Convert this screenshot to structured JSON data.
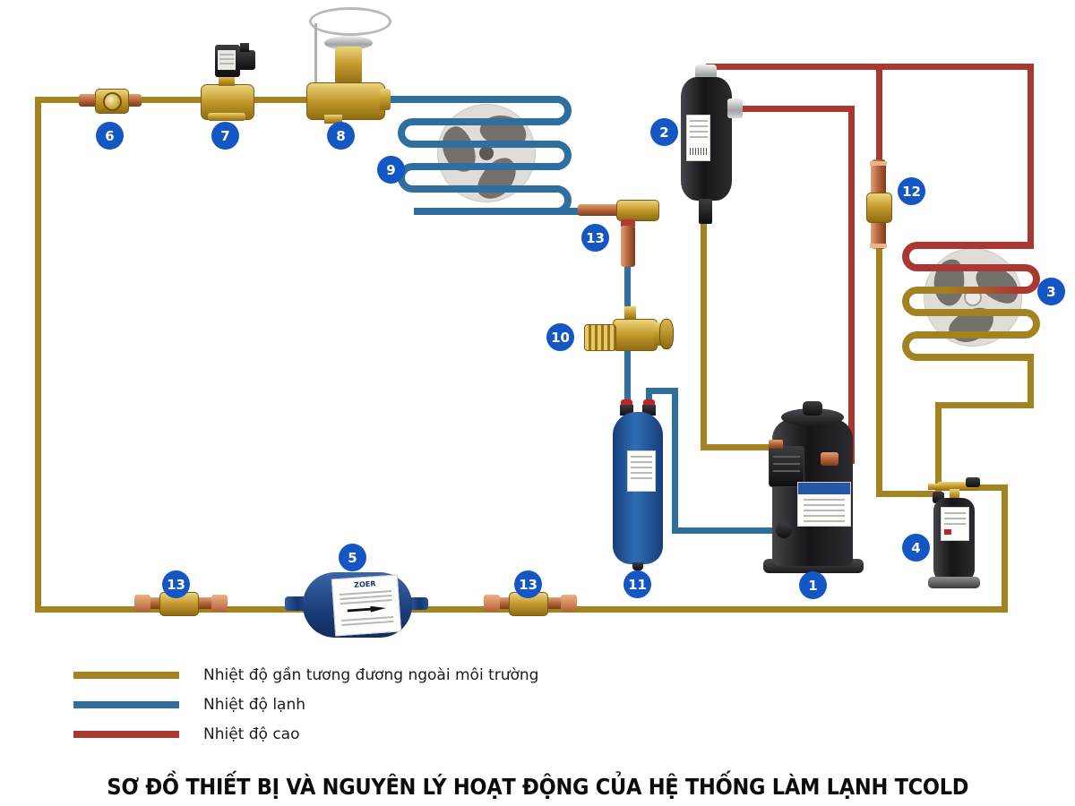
{
  "title": "SƠ ĐỒ THIẾT BỊ VÀ NGUYÊN LÝ HOẠT ĐỘNG CỦA HỆ THỐNG LÀM LẠNH TCOLD",
  "colors": {
    "pipe-ambient": "#a3831f",
    "pipe-cold": "#2e6f9f",
    "pipe-hot": "#a93732",
    "badge": "#1356c4",
    "fan-blade": "#6f6c68",
    "fan-disc": "#dfdcd7"
  },
  "legend": {
    "items": [
      {
        "label": "Nhiệt độ gần tương đương ngoài môi trường",
        "color": "pipe-ambient"
      },
      {
        "label": "Nhiệt độ lạnh",
        "color": "pipe-cold"
      },
      {
        "label": "Nhiệt độ cao",
        "color": "pipe-hot"
      }
    ]
  },
  "badges": {
    "compressor": "1",
    "oil_separator": "2",
    "condenser": "3",
    "oil_reservoir": "4",
    "filter_drier": "5",
    "sight_glass_valve": "6",
    "solenoid_valve": "7",
    "expansion_valve": "8",
    "evaporator": "9",
    "service_valve": "10",
    "suction_accumulator": "11",
    "sight_glass_liquid": "12",
    "sight_glass_a": "13",
    "sight_glass_b": "13",
    "sight_glass_c": "13"
  },
  "labels": {
    "filter_brand": "ZOER"
  }
}
